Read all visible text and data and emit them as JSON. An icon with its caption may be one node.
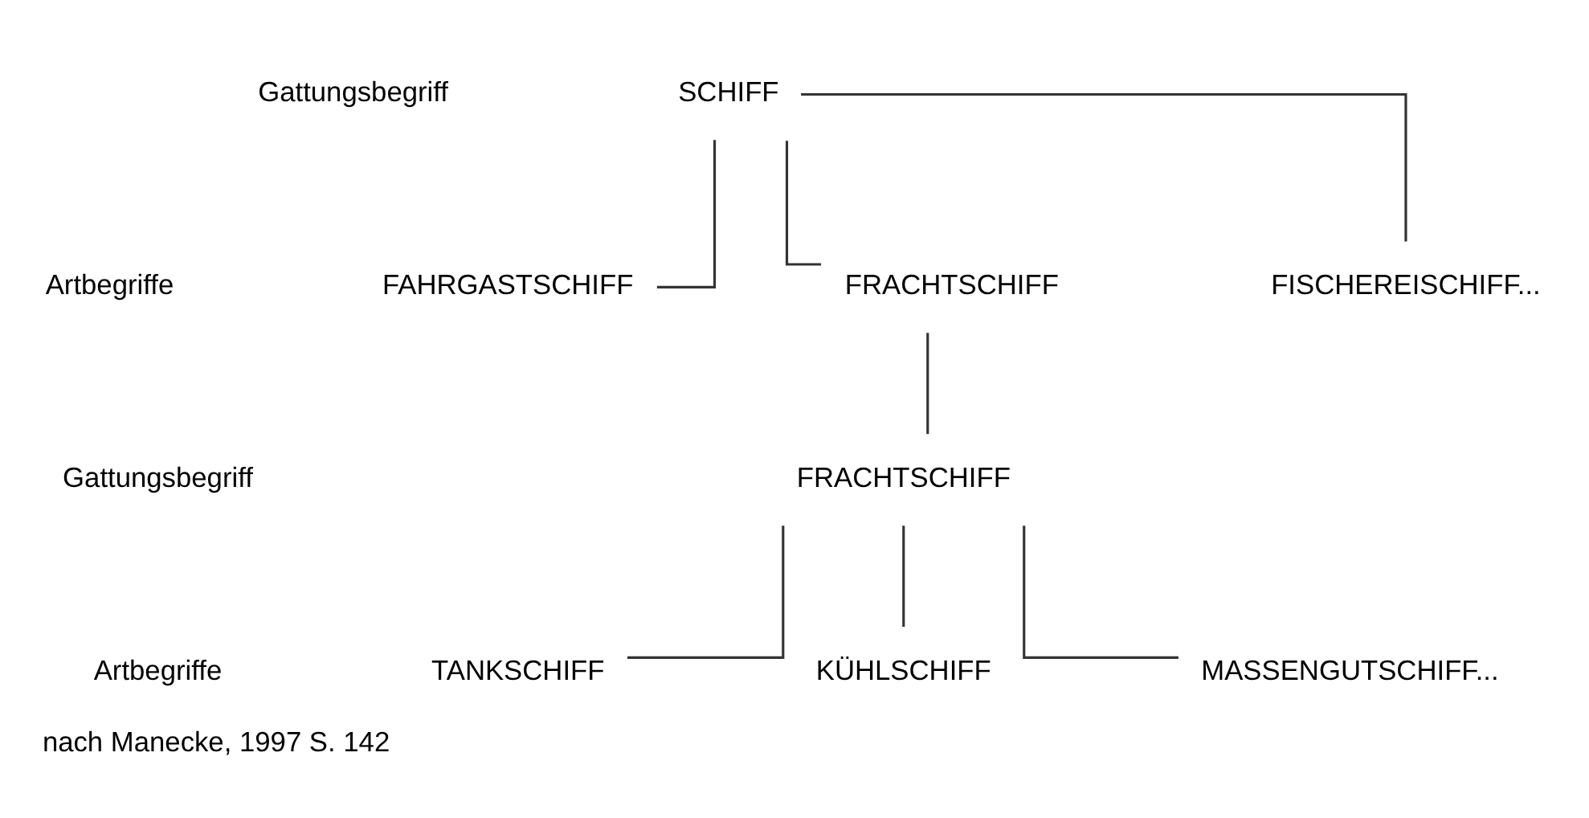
{
  "diagram": {
    "caption": "nach Manecke, 1997 S. 142",
    "nodes": [
      {
        "text": [
          "SCHIFF"
        ]
      },
      {
        "text": [
          "FAHRGASTSCHIFF"
        ]
      },
      {
        "text": [
          "FRACHTSCHIFF"
        ]
      },
      {
        "text": [
          "FISCHEREISCHIFF..."
        ]
      },
      {
        "text": [
          "FRACHTSCHIFF"
        ]
      },
      {
        "text": [
          "TANKSCHIFF"
        ]
      },
      {
        "text": [
          "KÜHLSCHIFF"
        ]
      },
      {
        "text": [
          "MASSENGUTSCHIFF..."
        ]
      }
    ],
    "edges": [
      {
        "from": 0,
        "to": 1,
        "arrow": "none"
      },
      {
        "from": 0,
        "to": 2,
        "arrow": "none"
      },
      {
        "from": 0,
        "to": 3,
        "arrow": "none"
      },
      {
        "from": 2,
        "to": 4,
        "arrow": "none"
      },
      {
        "from": 4,
        "to": 5,
        "arrow": "none"
      },
      {
        "from": 4,
        "to": 6,
        "arrow": "none"
      },
      {
        "from": 4,
        "to": 7,
        "arrow": "none"
      }
    ],
    "labels": [
      "Gattungsbegriff",
      "Artbegriffe",
      "Gattungsbegriff",
      "Artbegriffe"
    ]
  }
}
